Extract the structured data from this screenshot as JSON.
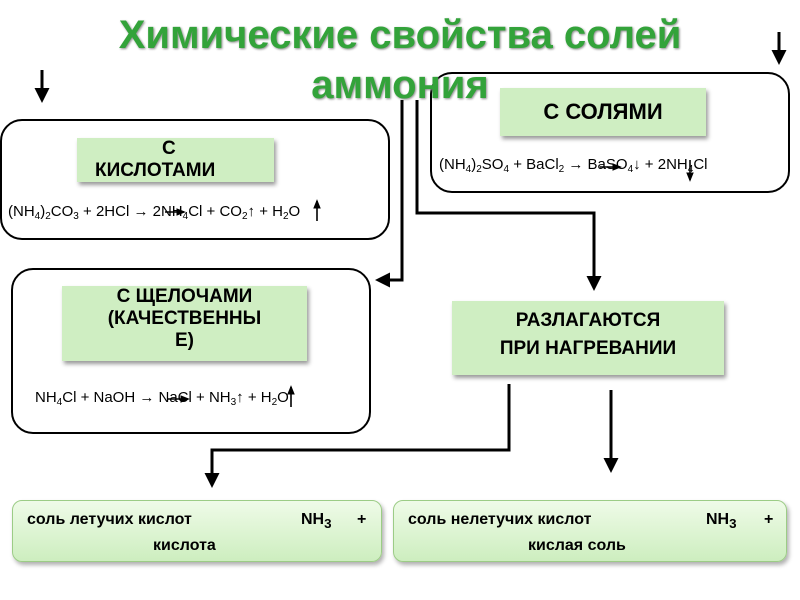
{
  "title": {
    "line1": "Химические свойства солей",
    "line2": "аммония"
  },
  "acids": {
    "label_line1": "С",
    "label_line2": "КИСЛОТАМИ",
    "equation": "(NH4)2CO3 + 2HCl → 2NH4Cl + CO2↑ + H2O"
  },
  "salts": {
    "label": "С СОЛЯМИ",
    "equation": "(NH4)2SO4 + BaCl2 → BaSO4↓ + 2NH4Cl"
  },
  "alkalis": {
    "label_line1": "С ЩЕЛОЧАМИ",
    "label_line2": "(КАЧЕСТВЕННЫ",
    "label_line3": "Е)",
    "equation": "NH4Cl + NaOH → NaCl + NH3↑ + H2O"
  },
  "heating": {
    "label_line1": "РАЗЛАГАЮТСЯ",
    "label_line2": "ПРИ НАГРЕВАНИИ"
  },
  "volatile": {
    "left": "соль летучих кислот",
    "product": "NH3",
    "plus": "+",
    "second": "кислота"
  },
  "nonvolatile": {
    "left": "соль нелетучих кислот",
    "product": "NH3",
    "plus": "+",
    "second": "кислая соль"
  },
  "colors": {
    "title": "#33a33a",
    "label_fill": "#cfeec2",
    "result_border": "#9ccc86"
  }
}
